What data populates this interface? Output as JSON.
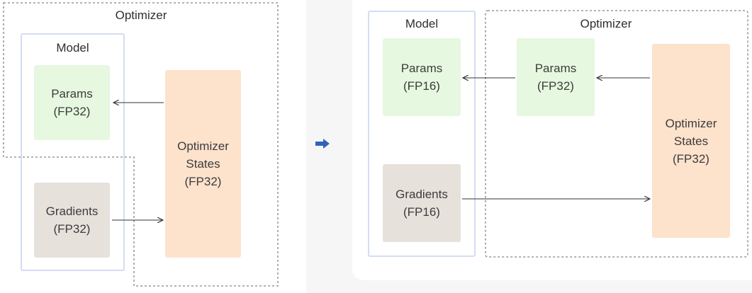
{
  "colors": {
    "params_fill": "#e6f8df",
    "gradients_fill": "#e7e1db",
    "optimizer_fill": "#fde2cc",
    "model_border": "#d4dcf3",
    "dashed_border": "#9a9a9a",
    "transition_arrow": "#2f63b8"
  },
  "left": {
    "optimizer_label": "Optimizer",
    "model_label": "Model",
    "params": {
      "line1": "Params",
      "line2": "(FP32)"
    },
    "gradients": {
      "line1": "Gradients",
      "line2": "(FP32)"
    },
    "optimizer_states": {
      "line1": "Optimizer",
      "line2": "States",
      "line3": "(FP32)"
    }
  },
  "transition_icon": "right-arrow-icon",
  "right": {
    "model_label": "Model",
    "optimizer_label": "Optimizer",
    "params_model": {
      "line1": "Params",
      "line2": "(FP16)"
    },
    "params_optimizer": {
      "line1": "Params",
      "line2": "(FP32)"
    },
    "gradients": {
      "line1": "Gradients",
      "line2": "(FP16)"
    },
    "optimizer_states": {
      "line1": "Optimizer",
      "line2": "States",
      "line3": "(FP32)"
    }
  }
}
